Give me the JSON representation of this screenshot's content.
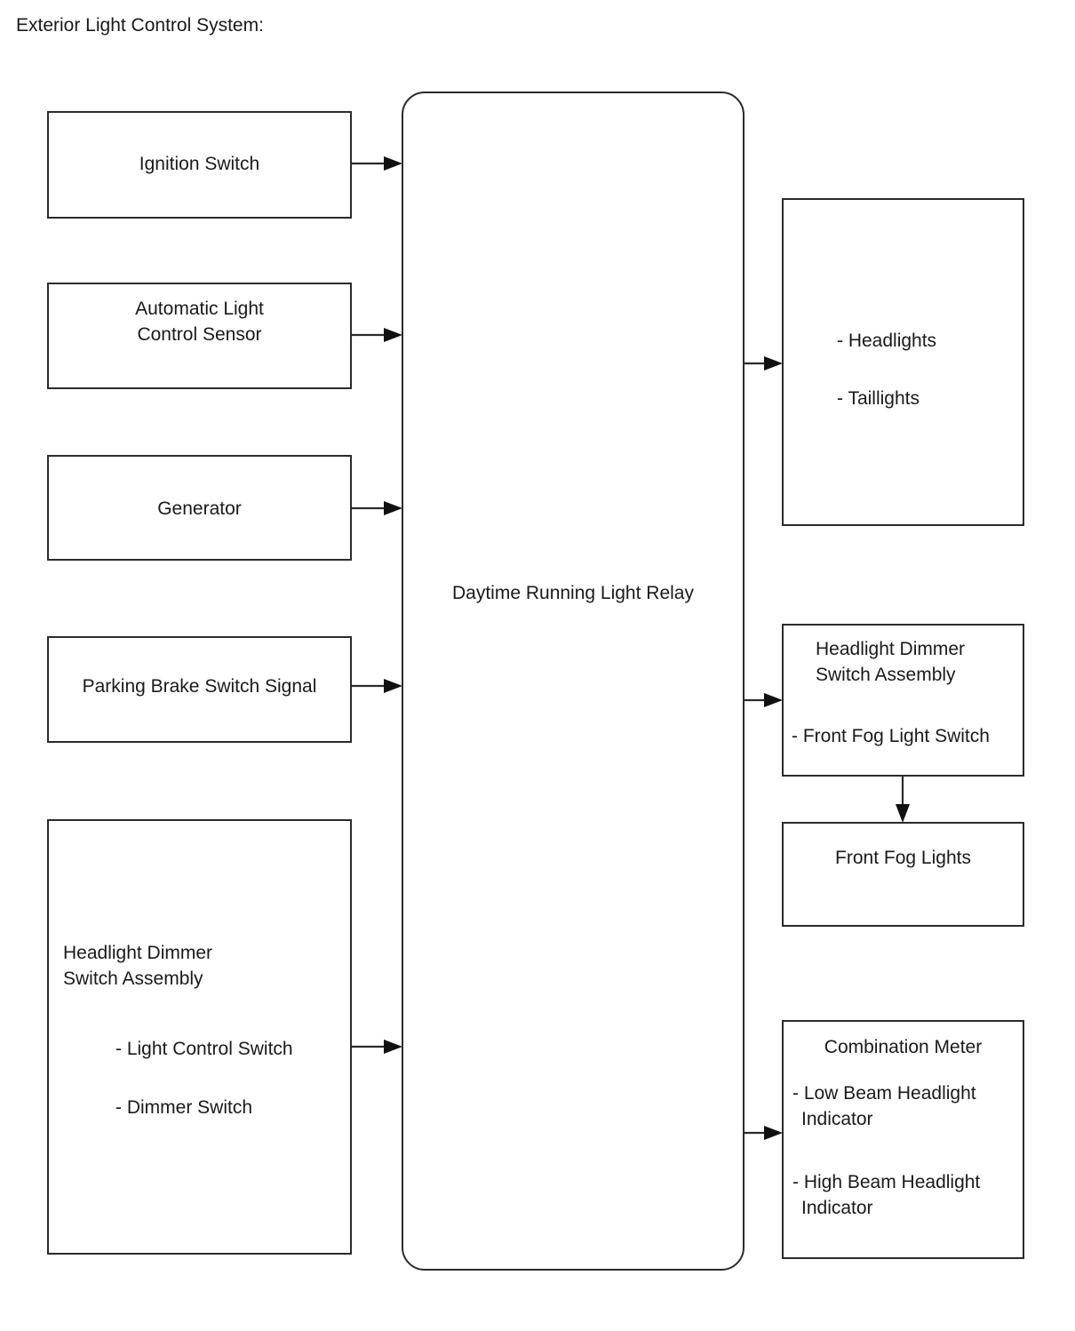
{
  "page": {
    "title": "Exterior Light Control System:",
    "background_color": "#ffffff",
    "line_color": "#2b2b2b",
    "text_color": "#1a1a1a"
  },
  "diagram": {
    "type": "block-diagram",
    "central_node": {
      "label": "Daytime Running Light Relay",
      "shape": "rounded-rectangle"
    },
    "inputs": [
      {
        "id": "ignition-switch",
        "lines": [
          "Ignition Switch"
        ],
        "align": "center"
      },
      {
        "id": "automatic-light-control-sensor",
        "lines": [
          "Automatic Light",
          "Control Sensor"
        ],
        "align": "center"
      },
      {
        "id": "generator",
        "lines": [
          "Generator"
        ],
        "align": "center"
      },
      {
        "id": "parking-brake-switch-signal",
        "lines": [
          "Parking Brake Switch Signal"
        ],
        "align": "center"
      },
      {
        "id": "headlight-dimmer-switch-assembly-input",
        "heading": [
          "Headlight Dimmer",
          "Switch Assembly"
        ],
        "items": [
          "- Light Control Switch",
          "- Dimmer Switch"
        ]
      }
    ],
    "outputs": [
      {
        "id": "lamps",
        "items": [
          "- Headlights",
          "- Taillights"
        ]
      },
      {
        "id": "headlight-dimmer-switch-assembly-output",
        "heading": [
          "Headlight Dimmer",
          "Switch Assembly"
        ],
        "items": [
          "- Front Fog Light Switch"
        ]
      },
      {
        "id": "front-fog-lights",
        "lines": [
          "Front Fog Lights"
        ],
        "align": "center"
      },
      {
        "id": "combination-meter",
        "heading": [
          "Combination Meter"
        ],
        "items": [
          "- Low Beam Headlight",
          "Indicator",
          "- High Beam Headlight",
          "Indicator"
        ]
      }
    ],
    "connections": [
      {
        "from": "ignition-switch",
        "to": "central_node",
        "direction": "right"
      },
      {
        "from": "automatic-light-control-sensor",
        "to": "central_node",
        "direction": "right"
      },
      {
        "from": "generator",
        "to": "central_node",
        "direction": "right"
      },
      {
        "from": "parking-brake-switch-signal",
        "to": "central_node",
        "direction": "right"
      },
      {
        "from": "headlight-dimmer-switch-assembly-input",
        "to": "central_node",
        "direction": "right"
      },
      {
        "from": "central_node",
        "to": "lamps",
        "direction": "right"
      },
      {
        "from": "central_node",
        "to": "headlight-dimmer-switch-assembly-output",
        "direction": "right"
      },
      {
        "from": "headlight-dimmer-switch-assembly-output",
        "to": "front-fog-lights",
        "direction": "down"
      },
      {
        "from": "central_node",
        "to": "combination-meter",
        "direction": "right"
      }
    ]
  }
}
